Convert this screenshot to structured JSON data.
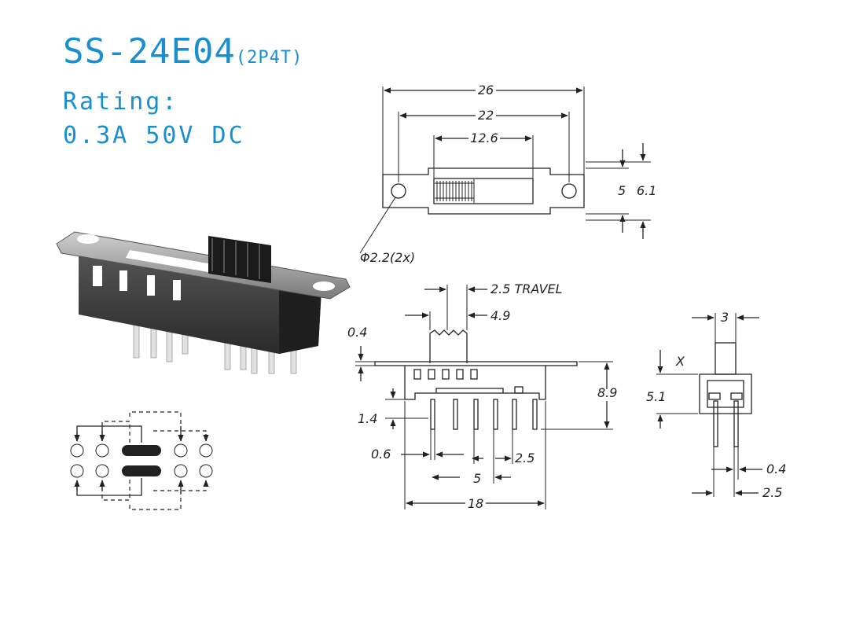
{
  "header": {
    "model": "SS-24E04",
    "variant": "(2P4T)",
    "rating_label": "Rating:",
    "rating_value": "0.3A  50V  DC"
  },
  "top_view": {
    "overall_length": "26",
    "hole_spacing": "22",
    "slot_length": "12.6",
    "inner_height": "5",
    "outer_height": "6.1",
    "hole_diameter": "Φ2.2(2x)"
  },
  "front_view": {
    "travel": "2.5  TRAVEL",
    "knob_width": "4.9",
    "flange_thickness": "0.4",
    "body_height": "8.9",
    "pin_offset": "1.4",
    "pin_width": "0.6",
    "pin_pitch": "2.5",
    "pin_span": "5",
    "body_length": "18"
  },
  "side_view": {
    "knob_width": "3",
    "knob_height_var": "X",
    "body_height": "5.1",
    "pin_thickness": "0.4",
    "row_pitch": "2.5"
  },
  "colors": {
    "title": "#1a8fd0",
    "body": "#3a3a3a",
    "pins": "#d9d9d9"
  }
}
